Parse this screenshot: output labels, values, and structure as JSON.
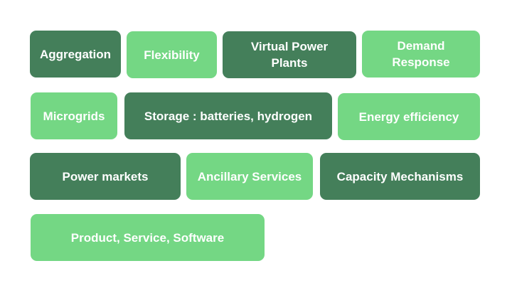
{
  "colors": {
    "dark_tile": "#447f5a",
    "light_tile": "#74d784",
    "text": "#ffffff",
    "background": "#ffffff"
  },
  "tiles": [
    {
      "label": "Aggregation",
      "shade": "dark"
    },
    {
      "label": "Flexibility",
      "shade": "light"
    },
    {
      "label": "Virtual Power Plants",
      "shade": "dark"
    },
    {
      "label": "Demand Response",
      "shade": "light"
    },
    {
      "label": "Microgrids",
      "shade": "light"
    },
    {
      "label": "Storage : batteries, hydrogen",
      "shade": "dark"
    },
    {
      "label": "Energy efficiency",
      "shade": "light"
    },
    {
      "label": "Power markets",
      "shade": "dark"
    },
    {
      "label": "Ancillary Services",
      "shade": "light"
    },
    {
      "label": "Capacity Mechanisms",
      "shade": "dark"
    },
    {
      "label": "Product, Service, Software",
      "shade": "light"
    }
  ]
}
